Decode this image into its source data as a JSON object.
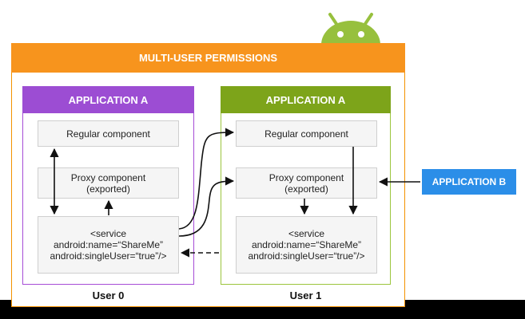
{
  "header": {
    "title": "MULTI-USER PERMISSIONS"
  },
  "user0": {
    "app_title": "APPLICATION A",
    "regular": "Regular component",
    "proxy_line1": "Proxy component",
    "proxy_line2": "(exported)",
    "service_line1": "<service",
    "service_line2": "android:name=“ShareMe”",
    "service_line3": "android:singleUser=“true”/>",
    "user_label": "User 0"
  },
  "user1": {
    "app_title": "APPLICATION A",
    "regular": "Regular component",
    "proxy_line1": "Proxy component",
    "proxy_line2": "(exported)",
    "service_line1": "<service",
    "service_line2": "android:name=“ShareMe”",
    "service_line3": "android:singleUser=“true”/>",
    "user_label": "User 1"
  },
  "app_b": {
    "label": "APPLICATION B"
  },
  "colors": {
    "orange": "#f7941d",
    "purple": "#9c4dd3",
    "green": "#7da41a",
    "blue": "#2b8ee8",
    "android_green": "#97c03d"
  },
  "icons": {
    "mascot": "android-robot-icon"
  }
}
